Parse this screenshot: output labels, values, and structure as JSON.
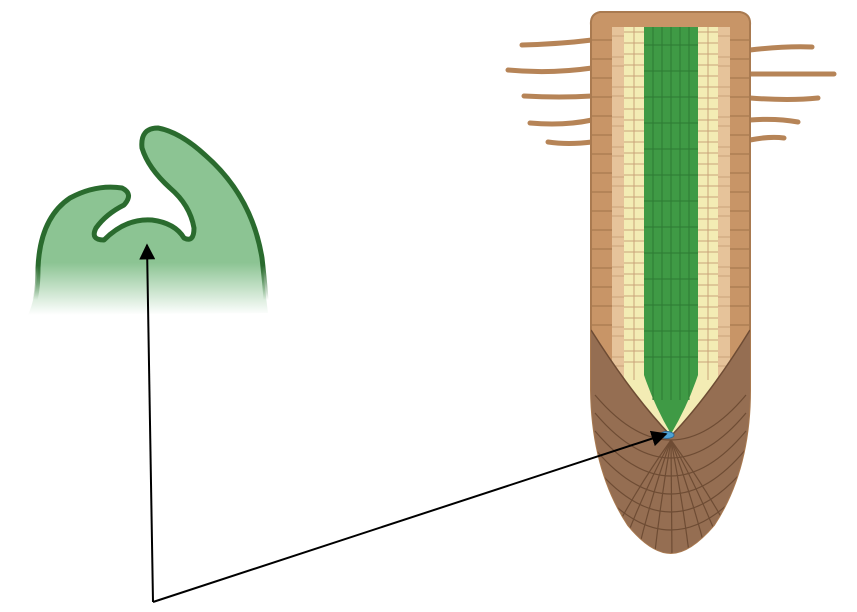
{
  "figure": {
    "background": "#ffffff",
    "shoot_apex": {
      "icon": "shoot-apical-meristem",
      "fill": "#8cc493",
      "outline": "#2a6b2e"
    },
    "root_tip": {
      "icon": "root-tip-longitudinal-section",
      "epidermis_color": "#c89567",
      "cortex_color": "#e6c39a",
      "endodermis_color": "#f3ecb4",
      "stele_color": "#3f9a45",
      "root_cap_color": "#9b7357",
      "root_hair_color": "#b68457",
      "meristem_color": "#4fa3d6"
    },
    "pointer_arrows": {
      "count": 2,
      "color": "#000000"
    }
  }
}
